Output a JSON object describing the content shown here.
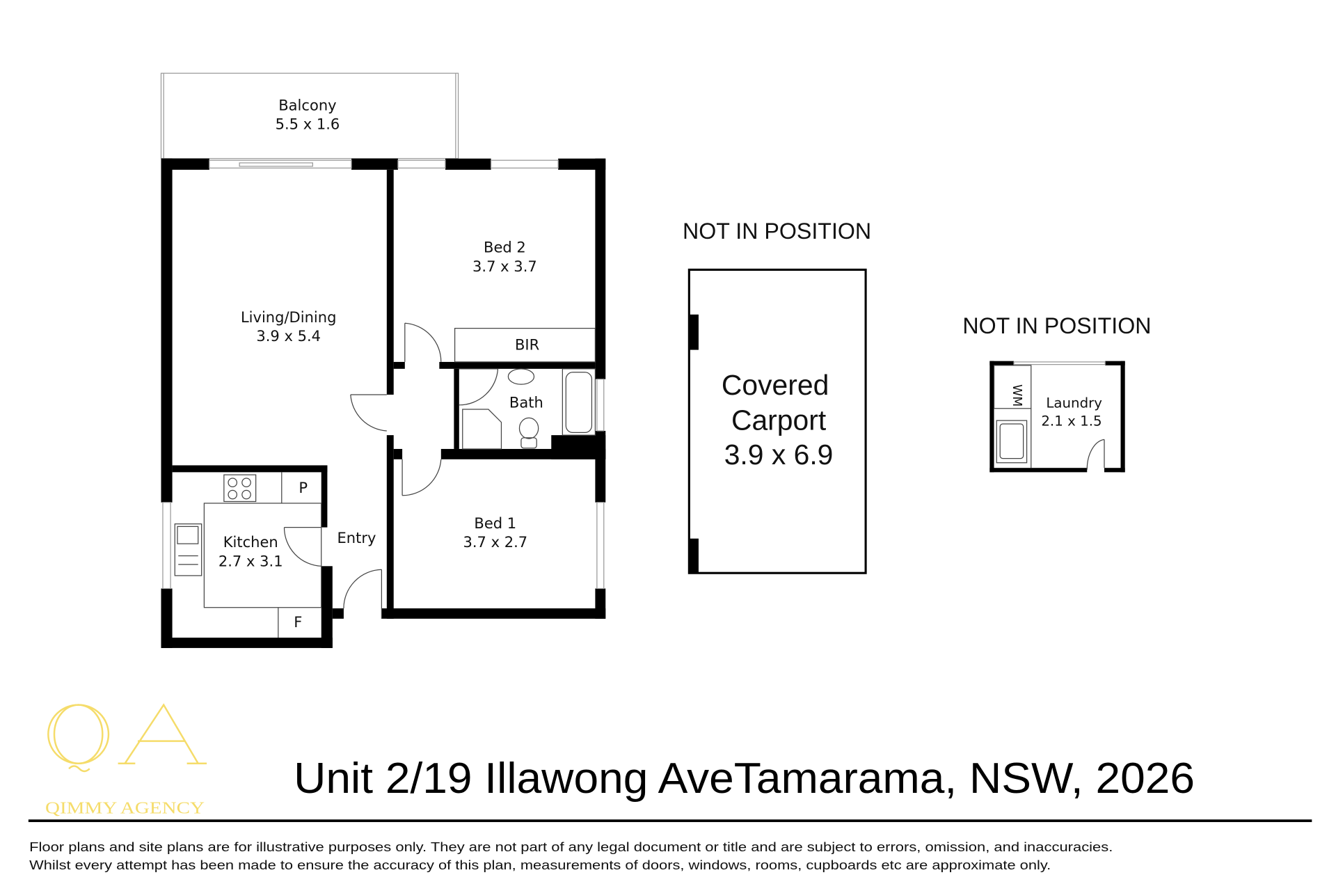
{
  "rooms": {
    "balcony": {
      "name": "Balcony",
      "size": "5.5 x 1.6"
    },
    "living": {
      "name": "Living/Dining",
      "size": "3.9 x 5.4"
    },
    "bed2": {
      "name": "Bed 2",
      "size": "3.7 x 3.7"
    },
    "bir": "BIR",
    "bath": "Bath",
    "bed1": {
      "name": "Bed 1",
      "size": "3.7 x 2.7"
    },
    "kitchen": {
      "name": "Kitchen",
      "size": "2.7 x 3.1"
    },
    "entry": "Entry",
    "pantry": "P",
    "fridge": "F"
  },
  "carport": {
    "note": "NOT IN POSITION",
    "line1": "Covered",
    "line2": "Carport",
    "size": "3.9 x 6.9"
  },
  "laundry": {
    "note": "NOT IN POSITION",
    "name": "Laundry",
    "size": "2.1 x 1.5",
    "wm": "WM"
  },
  "logo": {
    "monogram": "QA",
    "name": "QIMMY AGENCY",
    "color": "#f5dc6a"
  },
  "title": "Unit 2/19 Illawong AveTamarama, NSW, 2026",
  "disclaimer": [
    "Floor plans and site plans are for illustrative purposes only. They are not part of any legal document or title and are subject to errors, omission, and inaccuracies.",
    "Whilst every attempt has been made to ensure the accuracy of this plan, measurements of doors, windows, rooms, cupboards etc are approximate only."
  ]
}
